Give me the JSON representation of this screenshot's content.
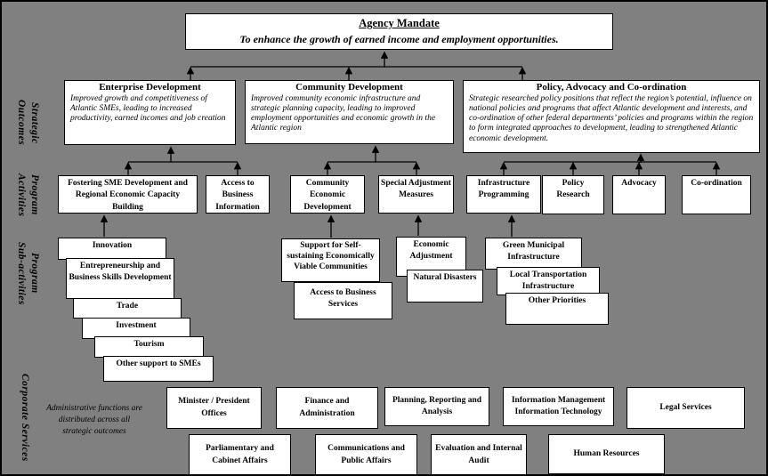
{
  "page": {
    "background": "#808080",
    "box_fill": "#ffffff",
    "line_color": "#000000"
  },
  "mandate": {
    "title": "Agency Mandate",
    "subtitle": "To enhance the growth of earned income and employment opportunities."
  },
  "side_labels": {
    "strategic_outcomes": {
      "line1": "Strategic",
      "line2": "Outcomes"
    },
    "program_activities": {
      "line1": "Program",
      "line2": "Activities"
    },
    "program_sub_activities": {
      "line1": "Program",
      "line2": "Sub-activities"
    },
    "corporate_services": {
      "line1": "Corporate Services"
    }
  },
  "outcomes": [
    {
      "title": "Enterprise Development",
      "body": "Improved growth and competitiveness of Atlantic SMEs, leading to increased productivity, earned incomes and job creation"
    },
    {
      "title": "Community Development",
      "body": "Improved community economic infrastructure and strategic planning capacity, leading to improved employment opportunities and economic growth in the Atlantic region"
    },
    {
      "title": "Policy, Advocacy and Co-ordination",
      "body": "Strategic researched policy positions that reflect the region’s potential, influence on national policies and programs that affect Atlantic development and interests, and co-ordination of other federal departments’ policies and programs within the region to form integrated approaches to development, leading to strengthened Atlantic economic development."
    }
  ],
  "activities": [
    "Fostering SME Development and Regional Economic Capacity Building",
    "Access to Business Information",
    "Community Economic Development",
    "Special Adjustment Measures",
    "Infrastructure Programming",
    "Policy Research",
    "Advocacy",
    "Co-ordination"
  ],
  "sub_activities": {
    "enterprise": [
      "Innovation",
      "Entrepreneurship and Business Skills Development",
      "Trade",
      "Investment",
      "Tourism",
      "Other support to SMEs"
    ],
    "community": [
      "Support for Self-sustaining Economically Viable Communities",
      "Access to Business Services"
    ],
    "adjustment": [
      "Economic Adjustment",
      "Natural Disasters"
    ],
    "infrastructure": [
      "Green Municipal Infrastructure",
      "Local Transportation Infrastructure",
      "Other Priorities"
    ]
  },
  "corporate": {
    "note": "Administrative functions are distributed across  all strategic outcomes",
    "row1": [
      "Minister / President Offices",
      "Finance and Administration",
      "Planning, Reporting and Analysis",
      "Information Management Information Technology",
      "Legal Services"
    ],
    "row2": [
      "Parliamentary and Cabinet Affairs",
      "Communications and Public Affairs",
      "Evaluation and Internal Audit",
      "Human Resources"
    ]
  }
}
